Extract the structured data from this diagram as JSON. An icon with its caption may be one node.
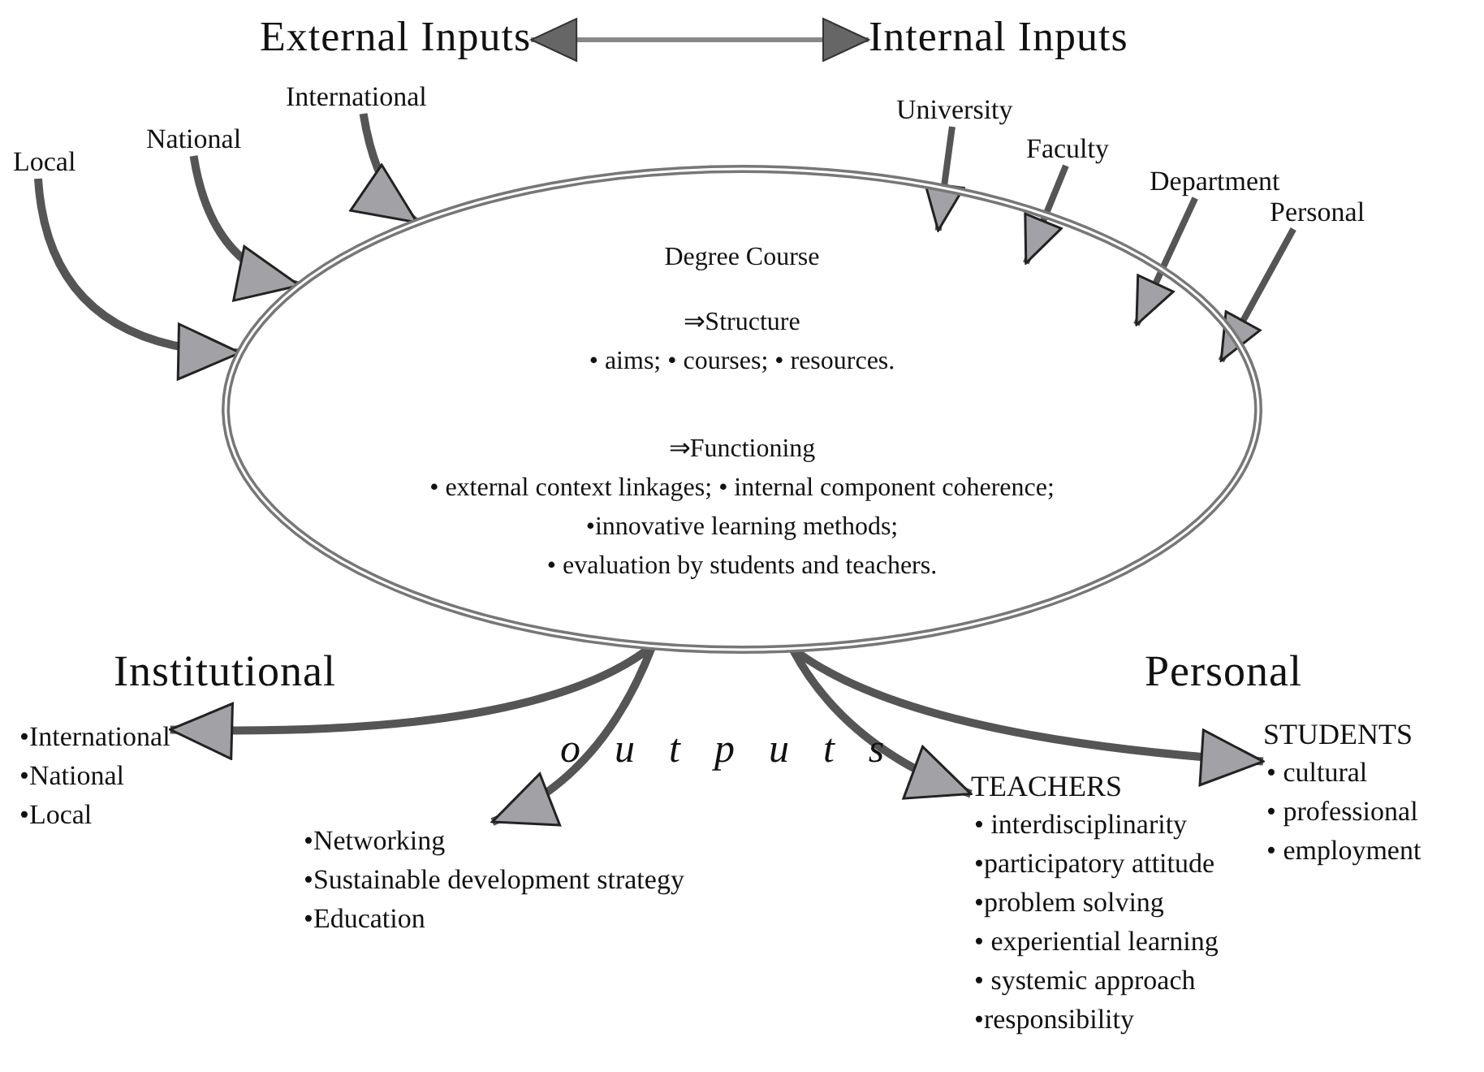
{
  "diagram": {
    "nodes": [
      {
        "text": [
          "External Inputs"
        ]
      },
      {
        "text": [
          "Internal Inputs"
        ]
      },
      {
        "text": [
          "Local"
        ]
      },
      {
        "text": [
          "National"
        ]
      },
      {
        "text": [
          "International"
        ]
      },
      {
        "text": [
          "University"
        ]
      },
      {
        "text": [
          "Faculty"
        ]
      },
      {
        "text": [
          "Department"
        ]
      },
      {
        "text": [
          "Personal"
        ]
      },
      {
        "text": [
          "Degree Course",
          "⇒Structure",
          "• aims; • courses; • resources.",
          "⇒Functioning",
          "• external context linkages; • internal component coherence;",
          "•innovative learning methods;",
          "• evaluation by students and teachers."
        ]
      },
      {
        "text": [
          "•International",
          "•National",
          "•Local"
        ]
      },
      {
        "text": [
          "•Networking",
          "•Sustainable development strategy",
          "•Education"
        ]
      },
      {
        "text": [
          "TEACHERS",
          "• interdisciplinarity",
          "•participatory attitude",
          "•problem solving",
          "• experiential learning",
          "• systemic approach",
          "•responsibility"
        ]
      },
      {
        "text": [
          "STUDENTS",
          "• cultural",
          "• professional",
          "• employment"
        ]
      }
    ],
    "edges": [
      {
        "from": 0,
        "to": 1,
        "arrow": "both"
      },
      {
        "from": 2,
        "to": 9,
        "arrow": "to"
      },
      {
        "from": 3,
        "to": 9,
        "arrow": "to"
      },
      {
        "from": 4,
        "to": 9,
        "arrow": "to"
      },
      {
        "from": 5,
        "to": 9,
        "arrow": "to"
      },
      {
        "from": 6,
        "to": 9,
        "arrow": "to"
      },
      {
        "from": 7,
        "to": 9,
        "arrow": "to"
      },
      {
        "from": 8,
        "to": 9,
        "arrow": "to"
      },
      {
        "from": 9,
        "to": 10,
        "arrow": "to"
      },
      {
        "from": 9,
        "to": 11,
        "arrow": "to"
      },
      {
        "from": 9,
        "to": 12,
        "arrow": "to"
      },
      {
        "from": 9,
        "to": 13,
        "arrow": "to"
      }
    ],
    "labels": [
      "Institutional",
      "outputs",
      "Personal"
    ]
  }
}
